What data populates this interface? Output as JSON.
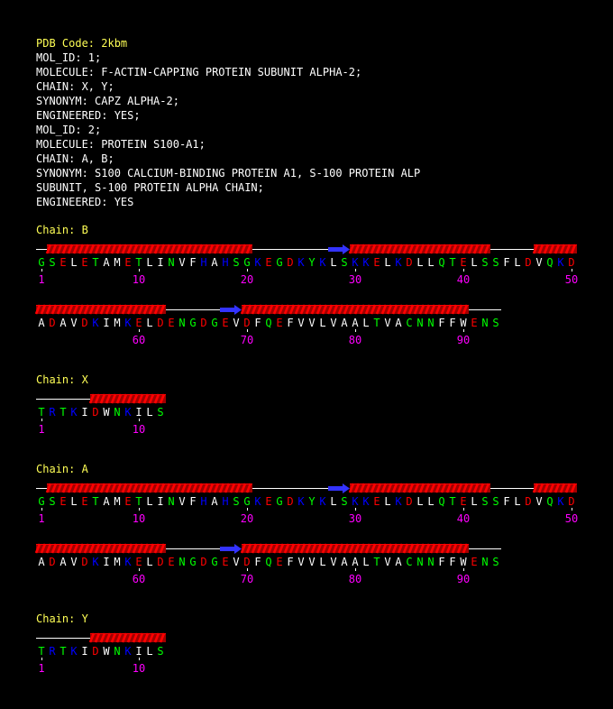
{
  "header": {
    "pdb_code": "PDB Code: 2kbm",
    "lines": [
      "MOL_ID: 1;",
      "MOLECULE: F-ACTIN-CAPPING PROTEIN SUBUNIT ALPHA-2;",
      "CHAIN: X, Y;",
      "SYNONYM: CAPZ ALPHA-2;",
      "ENGINEERED: YES;",
      "MOL_ID: 2;",
      "MOLECULE: PROTEIN S100-A1;",
      "CHAIN: A, B;",
      "SYNONYM: S100 CALCIUM-BINDING PROTEIN A1, S-100 PROTEIN ALP",
      "SUBUNIT, S-100 PROTEIN ALPHA CHAIN;",
      "ENGINEERED: YES"
    ]
  },
  "colors": {
    "hydrophobic": "#ffffff",
    "polar": "#00ff00",
    "acidic": "#ff0000",
    "basic": "#0000ff",
    "helix": "#ff0000",
    "strand": "#3333ff",
    "coil": "#ffffff",
    "number": "#ff00ff",
    "label": "#ffff55"
  },
  "chains": [
    {
      "label": "Chain: B",
      "rows": [
        {
          "sequence": "GSELETAMETLINVFHAHSGKEGDKYKLSKKELKDLLQTELSSFLDVQKD",
          "start": 1,
          "numbers": [
            1,
            10,
            20,
            30,
            40,
            50
          ],
          "ss": [
            [
              "coil",
              1,
              1
            ],
            [
              "helix",
              2,
              20
            ],
            [
              "coil",
              21,
              27
            ],
            [
              "strand",
              28,
              29
            ],
            [
              "helix",
              30,
              42
            ],
            [
              "coil",
              43,
              46
            ],
            [
              "helix",
              47,
              50
            ]
          ]
        },
        {
          "sequence": "ADAVDKIMKELDENGDGEVDFQEFVVLVAALTVACNNFFWENS",
          "start": 51,
          "numbers": [
            60,
            70,
            80,
            90
          ],
          "ss": [
            [
              "helix",
              51,
              62
            ],
            [
              "coil",
              63,
              67
            ],
            [
              "strand",
              68,
              69
            ],
            [
              "helix",
              70,
              90
            ],
            [
              "coil",
              91,
              93
            ]
          ]
        }
      ]
    },
    {
      "label": "Chain: X",
      "rows": [
        {
          "sequence": "TRTKIDWNKILS",
          "start": 1,
          "numbers": [
            1,
            10
          ],
          "ss": [
            [
              "coil",
              1,
              5
            ],
            [
              "helix",
              6,
              12
            ]
          ]
        }
      ]
    },
    {
      "label": "Chain: A",
      "rows": [
        {
          "sequence": "GSELETAMETLINVFHAHSGKEGDKYKLSKKELKDLLQTELSSFLDVQKD",
          "start": 1,
          "numbers": [
            1,
            10,
            20,
            30,
            40,
            50
          ],
          "ss": [
            [
              "coil",
              1,
              1
            ],
            [
              "helix",
              2,
              20
            ],
            [
              "coil",
              21,
              27
            ],
            [
              "strand",
              28,
              29
            ],
            [
              "helix",
              30,
              42
            ],
            [
              "coil",
              43,
              46
            ],
            [
              "helix",
              47,
              50
            ]
          ]
        },
        {
          "sequence": "ADAVDKIMKELDENGDGEVDFQEFVVLVAALTVACNNFFWENS",
          "start": 51,
          "numbers": [
            60,
            70,
            80,
            90
          ],
          "ss": [
            [
              "helix",
              51,
              62
            ],
            [
              "coil",
              63,
              67
            ],
            [
              "strand",
              68,
              69
            ],
            [
              "helix",
              70,
              90
            ],
            [
              "coil",
              91,
              93
            ]
          ]
        }
      ]
    },
    {
      "label": "Chain: Y",
      "rows": [
        {
          "sequence": "TRTKIDWNKILS",
          "start": 1,
          "numbers": [
            1,
            10
          ],
          "ss": [
            [
              "coil",
              1,
              5
            ],
            [
              "helix",
              6,
              12
            ]
          ]
        }
      ]
    }
  ]
}
